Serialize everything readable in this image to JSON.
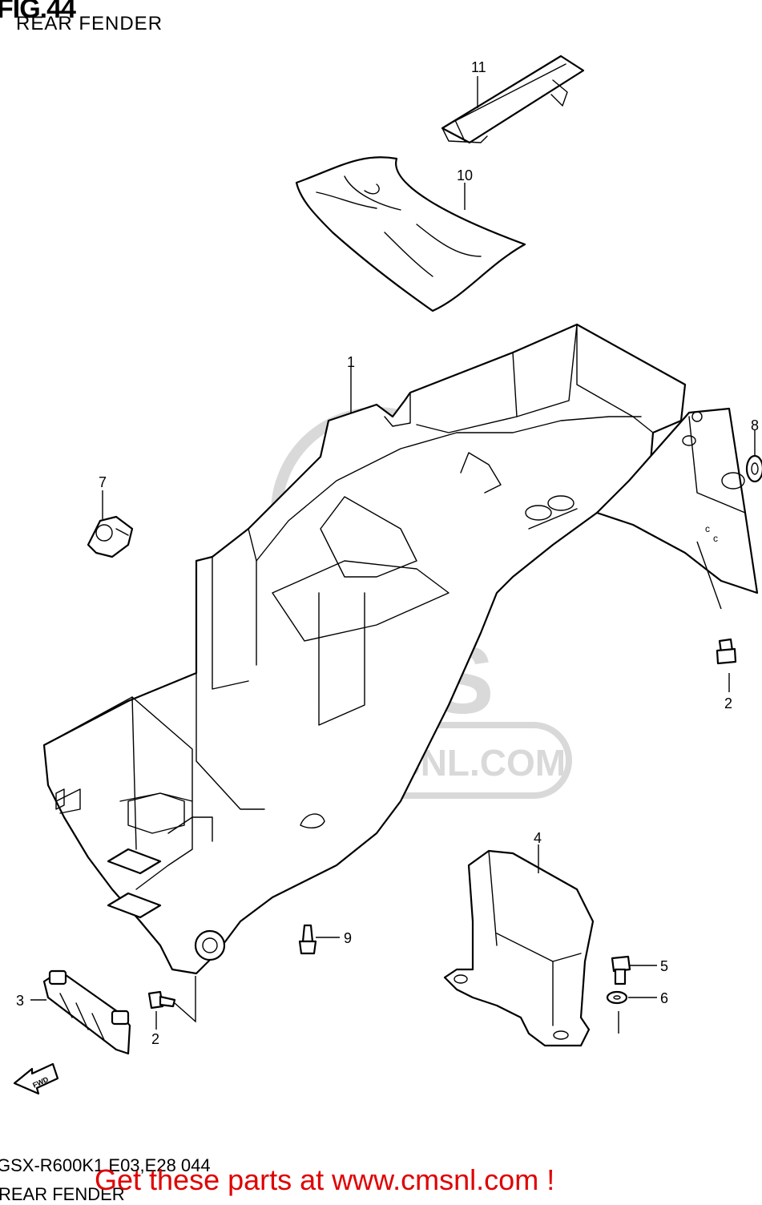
{
  "figure": {
    "number": "FIG.44",
    "title": "REAR FENDER"
  },
  "footer": {
    "code": "GSX-R600K1 E03,E28 044",
    "name": "REAR FENDER",
    "promo": "Get these parts at www.cmsnl.com !"
  },
  "watermark": {
    "brand": "CMS",
    "url": "WWW.CMSNL.COM"
  },
  "direction_marker": "FWD",
  "callouts": {
    "p1": "1",
    "p2a": "2",
    "p2b": "2",
    "p3": "3",
    "p4": "4",
    "p5": "5",
    "p6": "6",
    "p7": "7",
    "p8": "8",
    "p9": "9",
    "p10": "10",
    "p11": "11"
  }
}
